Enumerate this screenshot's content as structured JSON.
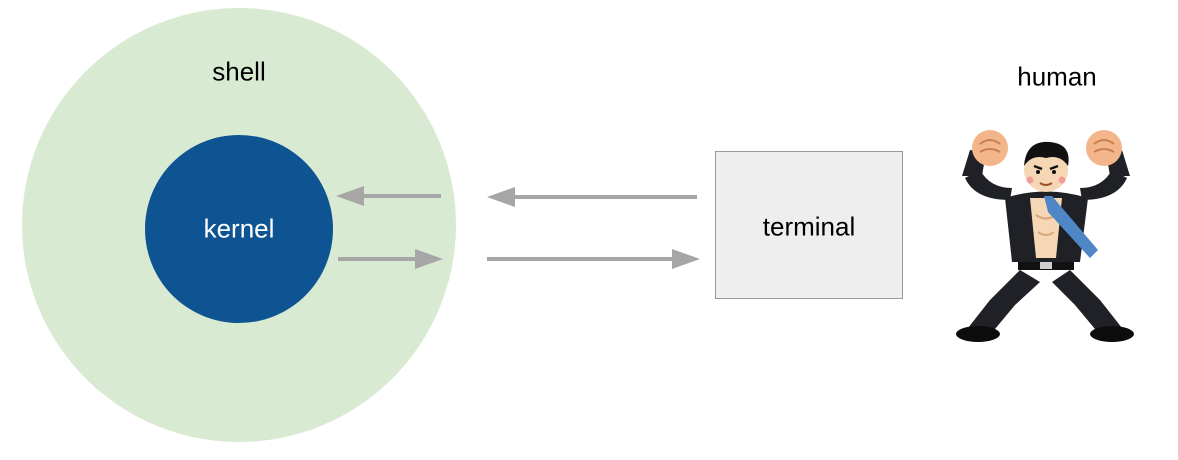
{
  "diagram": {
    "shell_label": "shell",
    "kernel_label": "kernel",
    "terminal_label": "terminal",
    "human_label": "human",
    "human_icon": "businessman-flexing-icon",
    "colors": {
      "shell_fill": "#d9ead3",
      "kernel_fill": "#0f5492",
      "terminal_fill": "#eeeeee",
      "terminal_border": "#999999",
      "arrow": "#a6a6a6"
    }
  }
}
